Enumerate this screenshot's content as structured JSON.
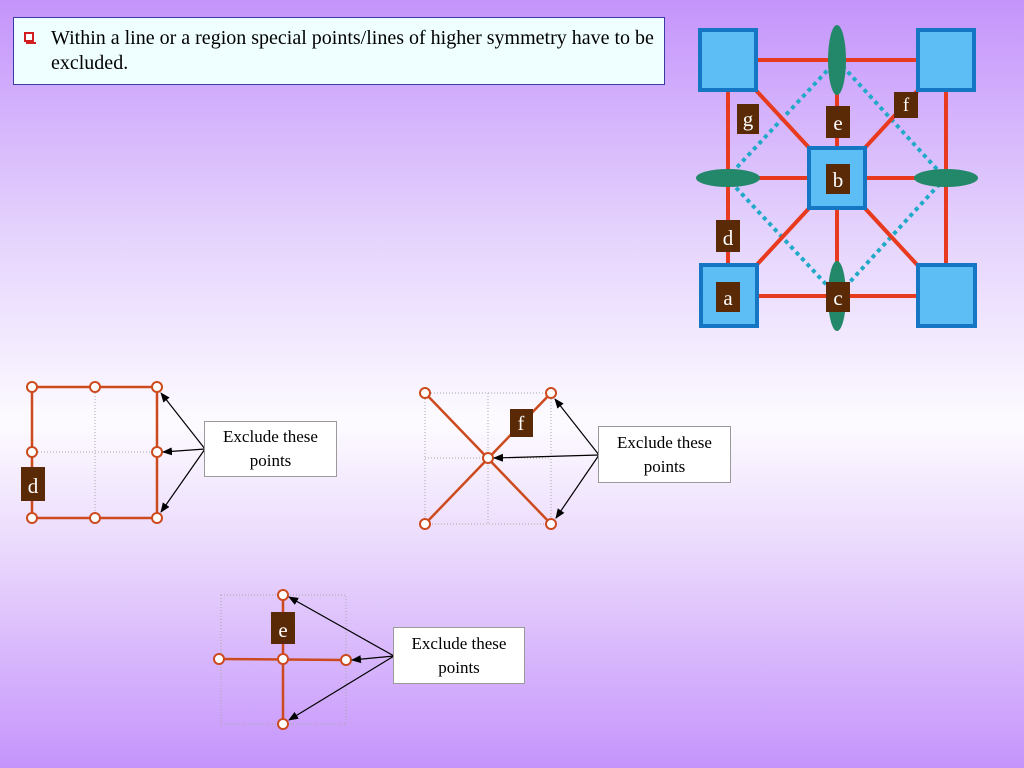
{
  "note": {
    "text": "Within a line or a region special points/lines of higher symmetry have to be excluded."
  },
  "main_diagram": {
    "labels": {
      "a": "a",
      "b": "b",
      "c": "c",
      "d": "d",
      "e": "e",
      "f": "f",
      "g": "g"
    }
  },
  "diagram_d": {
    "label": "d",
    "callout": "Exclude these points"
  },
  "diagram_f": {
    "label": "f",
    "callout": "Exclude these points"
  },
  "diagram_e": {
    "label": "e",
    "callout": "Exclude these points"
  },
  "colors": {
    "line": "#e83a1e",
    "square_fill": "#5dbef5",
    "square_border": "#1577c4",
    "ellipse": "#23886a",
    "dotted": "#21a9c8",
    "label_bg": "#5a2a06",
    "small_line": "#cc4a1e"
  }
}
